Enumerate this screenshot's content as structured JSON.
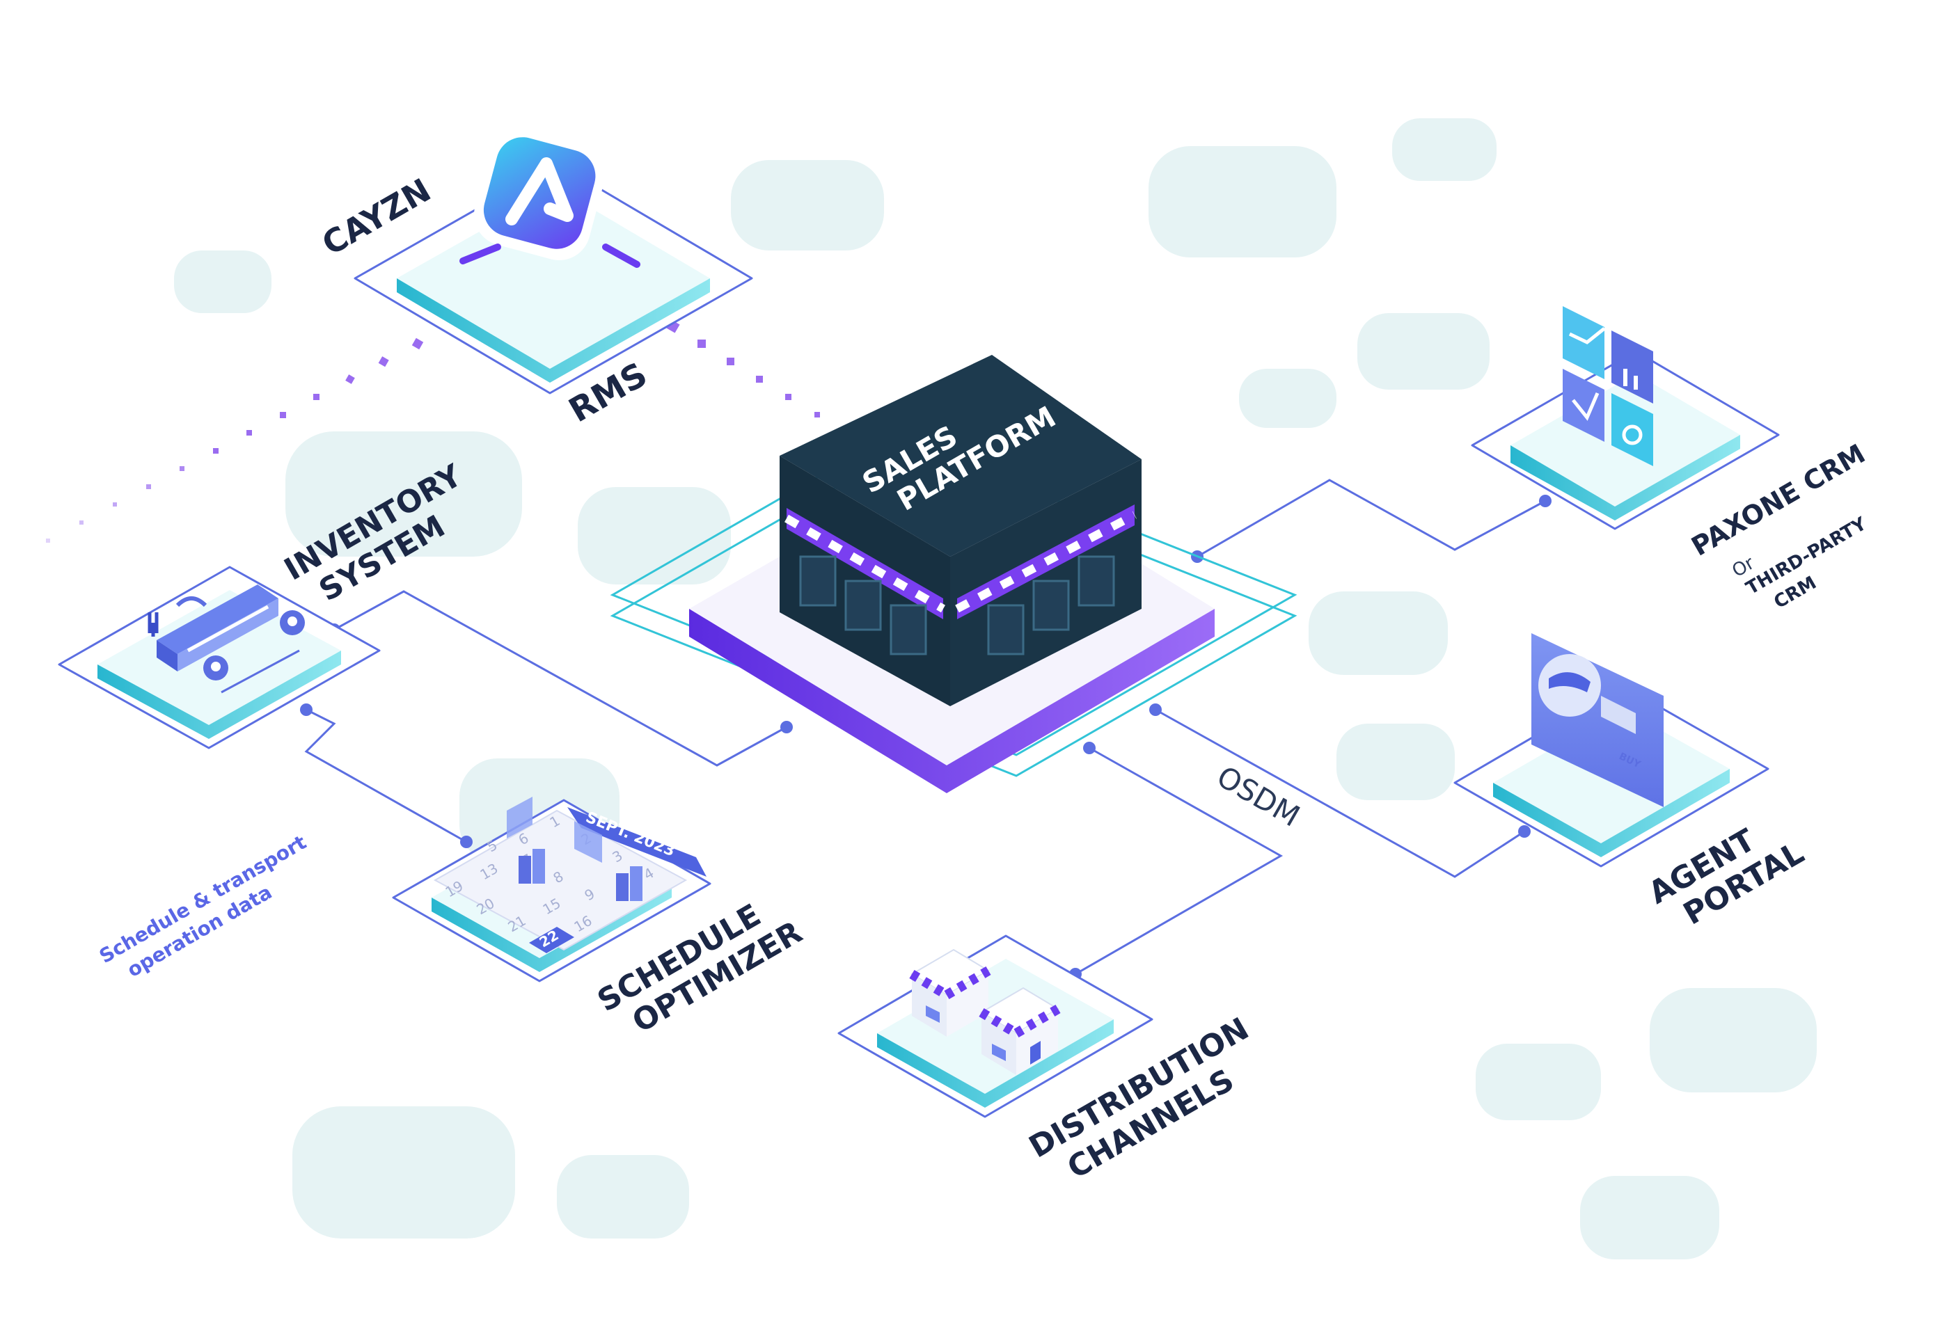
{
  "colors": {
    "line": "#5b6ee1",
    "teal": "#32c4d7",
    "purple": "#7a3ff0",
    "navy": "#1d3a4e",
    "tile": "#e6f3f4",
    "label": "#1b2745",
    "note": "#5a67e6"
  },
  "nodes": {
    "rms": {
      "brand": "CAYZN",
      "label": "RMS",
      "icon": "cayzn-logo-icon"
    },
    "inventory": {
      "label_line1": "INVENTORY",
      "label_line2": "SYSTEM",
      "icon": "train-map-icon"
    },
    "schedule": {
      "label_line1": "SCHEDULE",
      "label_line2": "OPTIMIZER",
      "icon": "calendar-chart-icon"
    },
    "calendar": {
      "month": "SEPT. 2023",
      "days": [
        "1",
        "2",
        "3",
        "4",
        "5",
        "6",
        "7",
        "8",
        "9",
        "13",
        "15",
        "16",
        "19",
        "20",
        "21",
        "22"
      ]
    },
    "platform": {
      "label_line1": "SALES",
      "label_line2": "PLATFORM",
      "icon": "storefront-icon"
    },
    "distribution": {
      "label_line1": "DISTRIBUTION",
      "label_line2": "CHANNELS",
      "icon": "shops-icon"
    },
    "crm": {
      "label": "PAXONE CRM",
      "or": "Or",
      "alt_line1": "THIRD-PARTY",
      "alt_line2": "CRM",
      "icon": "crm-tiles-icon"
    },
    "agent": {
      "label_line1": "AGENT",
      "label_line2": "PORTAL",
      "icon": "ticket-screen-icon",
      "buy": "BUY"
    }
  },
  "connections": {
    "osdm": "OSDM",
    "schedule_note_line1": "Schedule & transport",
    "schedule_note_line2": "operation data"
  }
}
